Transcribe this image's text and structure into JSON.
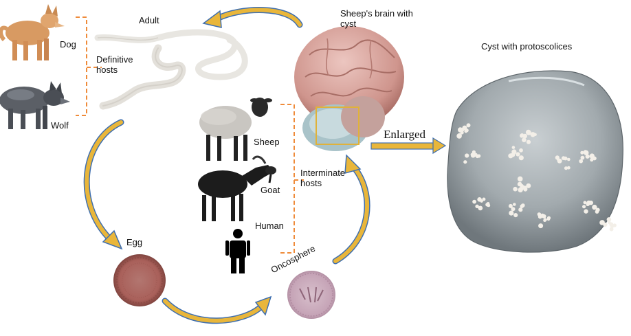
{
  "labels": {
    "adult": "Adult",
    "dog": "Dog",
    "definitive_hosts": "Definitive hosts",
    "wolf": "Wolf",
    "sheep_brain": "Sheep's brain with cyst",
    "cyst_title": "Cyst with  protoscolices",
    "enlarged": "Enlarged",
    "sheep": "Sheep",
    "goat": "Goat",
    "human": "Human",
    "intermediate_hosts": "Interminate hosts",
    "egg": "Egg",
    "oncosphere": "Oncosphere"
  },
  "colors": {
    "arrow_fill": "#e9b63a",
    "arrow_edge": "#3f6fb0",
    "bracket": "#ef8b3a",
    "dog_coat": "#d89a62",
    "wolf_coat": "#5b5f66",
    "brain": "#d8a7a0",
    "cyst_bg": "#8f979c",
    "egg": "#b9706a",
    "oncosphere": "#cfb1c1",
    "sheep_wool": "#c9c6c1",
    "goat": "#1c1c1c"
  }
}
